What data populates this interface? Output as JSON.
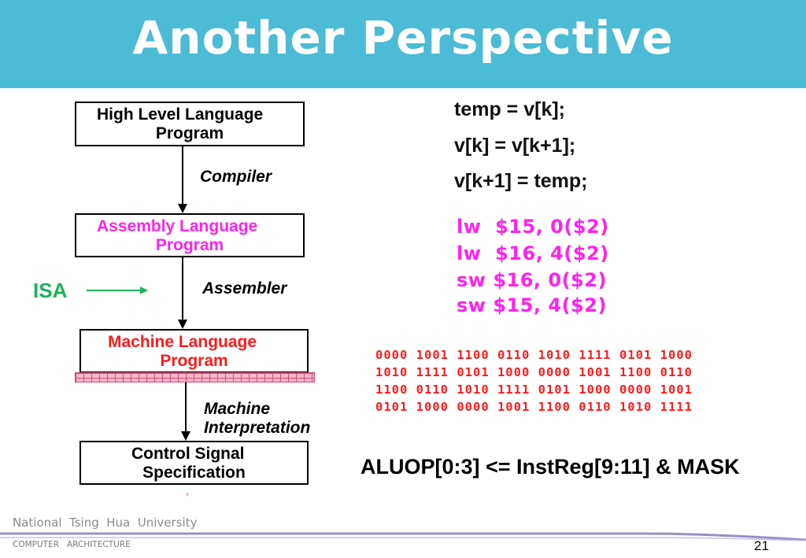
{
  "title": "Another Perspective",
  "flow": {
    "hll": [
      "High Level Language",
      "Program"
    ],
    "compiler": "Compiler",
    "asm_prog": [
      "Assembly  Language",
      "Program"
    ],
    "assembler": "Assembler",
    "machine_prog": [
      "Machine  Language",
      "Program"
    ],
    "machine_interp": [
      "Machine",
      "Interpretation"
    ],
    "control": [
      "Control Signal",
      "Specification"
    ],
    "isa": "ISA"
  },
  "hll_code": [
    "temp = v[k];",
    "v[k] = v[k+1];",
    "v[k+1] = temp;"
  ],
  "asm_code": [
    "lw  $15, 0($2)",
    "lw  $16, 4($2)",
    "sw $16, 0($2)",
    "sw $15, 4($2)"
  ],
  "binary_code": [
    "0000 1001 1100 0110 1010 1111 0101 1000",
    "1010 1111 0101 1000 0000 1001 1100 0110",
    "1100 0110 1010 1111 0101 1000 0000 1001",
    "0101 1000 0000 1001 1100 0110 1010 1111"
  ],
  "control_stmt": "ALUOP[0:3] <= InstReg[9:11] & MASK",
  "footer": {
    "university": "National  Tsing  Hua  University",
    "department": "COMPUTER   ARCHITECTURE",
    "page": "21",
    "dot": "°"
  },
  "colors": {
    "header": "#4bbbd6",
    "assembly": "#ff22ee",
    "machine": "#ff1a1a",
    "isa": "#1fb05a"
  }
}
